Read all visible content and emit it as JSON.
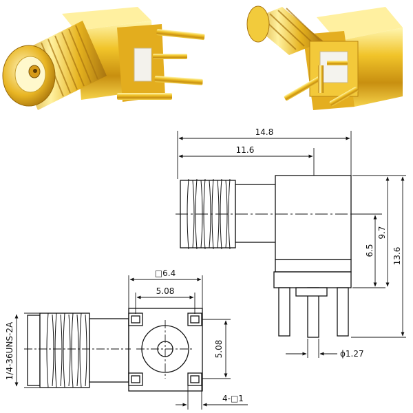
{
  "colors": {
    "gold_light": "#fff3a0",
    "gold_mid": "#e8b820",
    "gold_dark": "#9a6a08",
    "insulator": "#f4f4f0",
    "line": "#111111"
  },
  "top_view_dimensions": {
    "overall_length": "14.8",
    "connector_length": "11.6",
    "body_height": "6.5",
    "height_to_flange": "9.7",
    "total_height": "13.6",
    "pin_diameter": "ϕ1.27"
  },
  "front_view_dimensions": {
    "body_square": "□6.4",
    "pin_spacing_horizontal": "5.08",
    "pin_spacing_vertical": "5.08",
    "thread_spec": "1/4-36UNS-2A",
    "corner_pins": "4-□1"
  }
}
